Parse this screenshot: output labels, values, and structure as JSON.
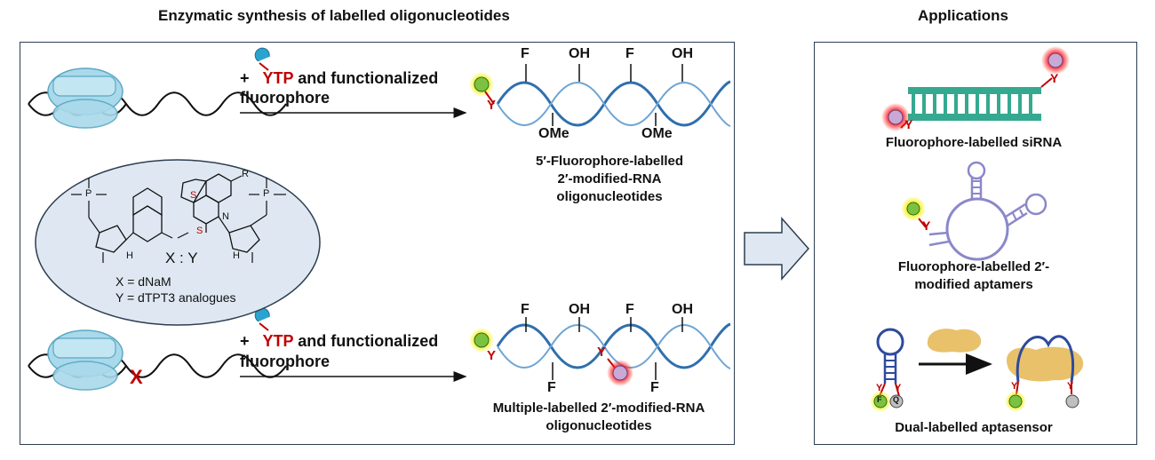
{
  "left_title": "Enzymatic synthesis of labelled oligonucleotides",
  "right_title": "Applications",
  "reaction_top": {
    "plus": "+",
    "ytp": "YTP",
    "line1_rest": " and functionalized",
    "line2": "fluorophore"
  },
  "reaction_bottom": {
    "plus": "+",
    "ytp": "YTP",
    "line1_rest": " and functionalized",
    "line2": "fluorophore"
  },
  "strand_top": {
    "substituents": [
      "F",
      "OH",
      "F",
      "OH"
    ],
    "bottom_substituents": [
      "OMe",
      "OMe"
    ],
    "y_label": "Y",
    "caption": [
      "5′-Fluorophore-labelled",
      "2′-modified-RNA",
      "oligonucleotides"
    ]
  },
  "strand_bottom": {
    "substituents": [
      "F",
      "OH",
      "F",
      "OH"
    ],
    "bottom_substituents": [
      "F",
      "F"
    ],
    "y_label": "Y",
    "y_label_mid": "Y",
    "caption": [
      "Multiple-labelled 2′-modified-RNA",
      "oligonucleotides"
    ]
  },
  "template_mark": "X",
  "ellipse": {
    "pair": "X : Y",
    "x_def": "X = dNaM",
    "y_def": "Y = dTPT3 analogues",
    "atom_S1": "S",
    "atom_S2": "S",
    "atom_N": "N",
    "atom_R": "R",
    "atom_H1": "H",
    "atom_H2": "H",
    "atom_P1": "P",
    "atom_P2": "P"
  },
  "applications": [
    {
      "caption": [
        "Fluorophore-labelled siRNA"
      ],
      "y1": "Y",
      "y2": "Y"
    },
    {
      "caption": [
        "Fluorophore-labelled 2′-",
        "modified aptamers"
      ],
      "y1": "Y"
    },
    {
      "caption": [
        "Dual-labelled aptasensor"
      ],
      "f": "F",
      "q": "Q",
      "y1": "Y",
      "y2": "Y",
      "y3": "Y",
      "y4": "Y"
    }
  ],
  "colors": {
    "panel_border": "#2d3e50",
    "panel_fill": "#dfe8f2",
    "strand_blue": "#2f6fad",
    "y_red": "#c00000",
    "green_dye": "#7cc241",
    "purple_dye": "#c9a8d6",
    "glow_yellow": "#f5f000",
    "glow_red": "#ff2020",
    "teal": "#35a98f",
    "navy": "#2d4a9e",
    "lavender": "#8a88c9",
    "sand": "#e8c16a"
  }
}
